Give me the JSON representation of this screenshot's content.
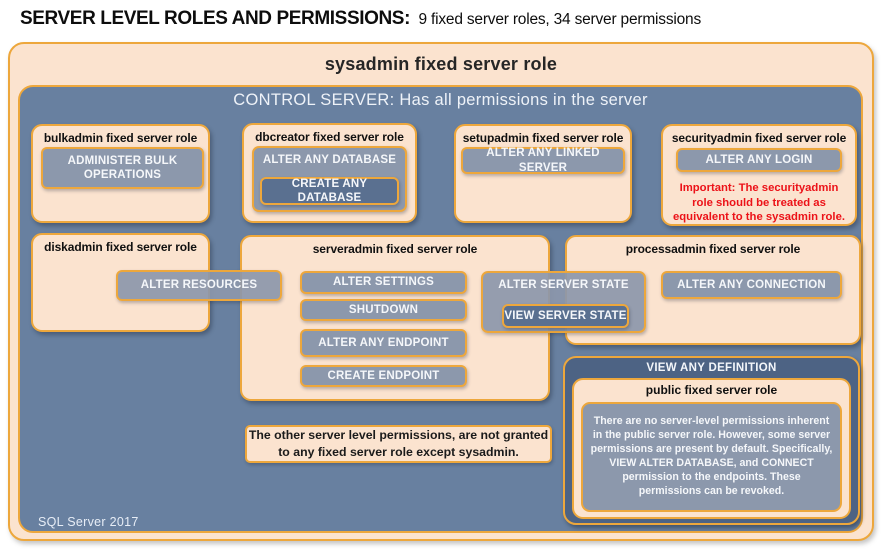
{
  "title": {
    "main": "SERVER LEVEL ROLES AND PERMISSIONS:",
    "suffix": "9 fixed server roles, 34 server permissions"
  },
  "sysadmin": {
    "label": "sysadmin fixed server role"
  },
  "control": {
    "label": "CONTROL SERVER: Has all permissions in the server"
  },
  "roles": {
    "bulkadmin": {
      "title": "bulkadmin fixed server role",
      "permissions": [
        "ADMINISTER BULK OPERATIONS"
      ]
    },
    "dbcreator": {
      "title": "dbcreator fixed server role",
      "outer_permission": "ALTER ANY DATABASE",
      "nested_permission": "CREATE ANY DATABASE"
    },
    "setupadmin": {
      "title": "setupadmin fixed server role",
      "permissions": [
        "ALTER ANY LINKED SERVER"
      ]
    },
    "securityadmin": {
      "title": "securityadmin fixed server role",
      "permissions": [
        "ALTER ANY LOGIN"
      ],
      "warning": "Important: The securityadmin role should be treated as equivalent to the sysadmin role."
    },
    "diskadmin": {
      "title": "diskadmin fixed server role",
      "permissions": [
        "ALTER RESOURCES"
      ]
    },
    "serveradmin": {
      "title": "serveradmin fixed server role",
      "permissions": [
        "ALTER SETTINGS",
        "SHUTDOWN",
        "ALTER ANY ENDPOINT",
        "CREATE ENDPOINT"
      ],
      "outer_permission": "ALTER SERVER STATE",
      "nested_permission": "VIEW SERVER STATE"
    },
    "processadmin": {
      "title": "processadmin fixed server role",
      "permissions": [
        "ALTER ANY CONNECTION"
      ]
    },
    "public": {
      "title": "public fixed server role",
      "container_permission": "VIEW ANY DEFINITION",
      "description": "There are no server-level permissions inherent in the public server role. However, some server permissions are present by default. Specifically, VIEW ALTER DATABASE, and CONNECT permission to the endpoints. These permissions can be revoked."
    }
  },
  "footnote": {
    "text": "The other server level permissions, are not granted to any fixed server role except sysadmin."
  },
  "footer": {
    "label": "SQL Server 2017"
  },
  "colors": {
    "peach": "#fbe3cf",
    "gold_border": "#eda73c",
    "blue_background": "#6880a0",
    "gray_permission": "#8c98ac",
    "dark_permission": "#5a7090",
    "dark_container": "#4d6384",
    "warning_red": "#ec1218"
  }
}
